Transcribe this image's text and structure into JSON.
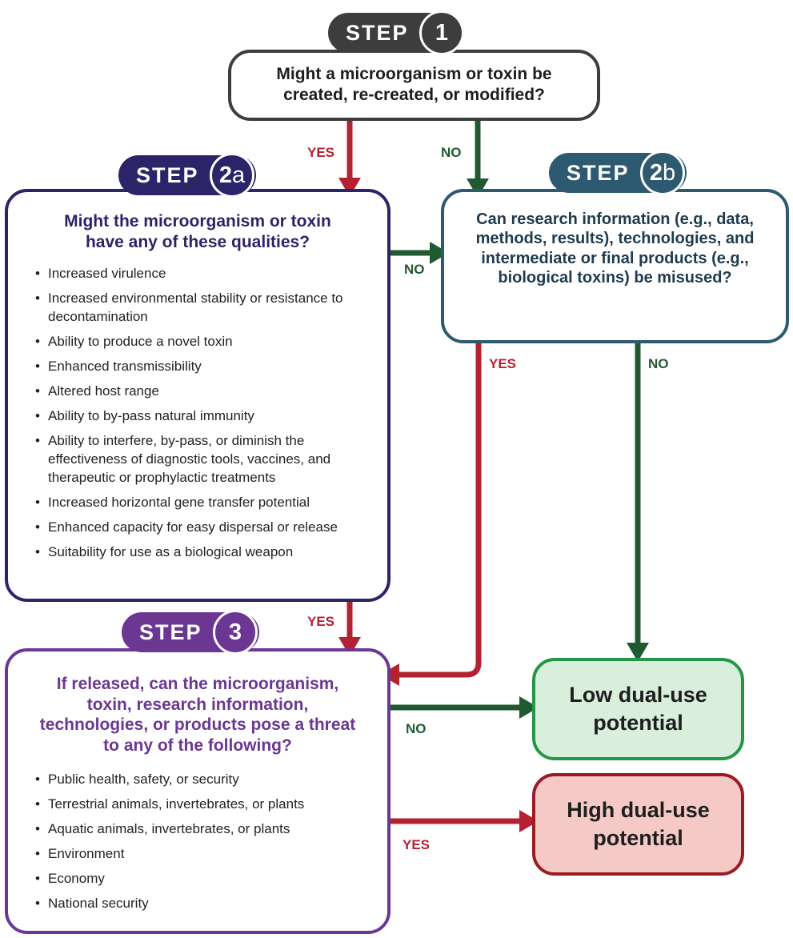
{
  "step1": {
    "badge": "STEP",
    "number": "1",
    "question": "Might a microorganism or toxin be created, re-created, or modified?"
  },
  "step2a": {
    "badge": "STEP",
    "number": "2",
    "suffix": "a",
    "question": "Might the microorganism or toxin have any of these qualities?",
    "items": [
      "Increased virulence",
      "Increased environmental stability or resistance to decontamination",
      "Ability to produce a novel toxin",
      "Enhanced transmissibility",
      "Altered host range",
      "Ability to by-pass natural immunity",
      "Ability to interfere, by-pass, or diminish the effectiveness of diagnostic tools, vaccines, and therapeutic or prophylactic treatments",
      "Increased horizontal gene transfer potential",
      "Enhanced capacity for easy dispersal or release",
      "Suitability for use as a biological weapon"
    ]
  },
  "step2b": {
    "badge": "STEP",
    "number": "2",
    "suffix": "b",
    "question": "Can research information (e.g., data, methods, results), technologies, and intermediate or final products (e.g., biological toxins) be misused?"
  },
  "step3": {
    "badge": "STEP",
    "number": "3",
    "question": "If released, can the microorganism, toxin, research information, technologies, or products pose a threat to any of the following?",
    "items": [
      "Public health, safety, or security",
      "Terrestrial animals, invertebrates, or plants",
      "Aquatic animals, invertebrates, or plants",
      "Environment",
      "Economy",
      "National security"
    ]
  },
  "outcomes": {
    "low": "Low dual-use potential",
    "high": "High dual-use potential"
  },
  "labels": {
    "yes": "YES",
    "no": "NO"
  },
  "colors": {
    "step1": "#3d3d3d",
    "step2a": "#2c2468",
    "step2b": "#2d5a70",
    "step3": "#6c3793",
    "yes_arrow": "#b42232",
    "no_arrow": "#1f5a30",
    "low_fill": "#d9efdc",
    "low_border": "#249648",
    "high_fill": "#f4c9c6",
    "high_border": "#9c1a23"
  }
}
